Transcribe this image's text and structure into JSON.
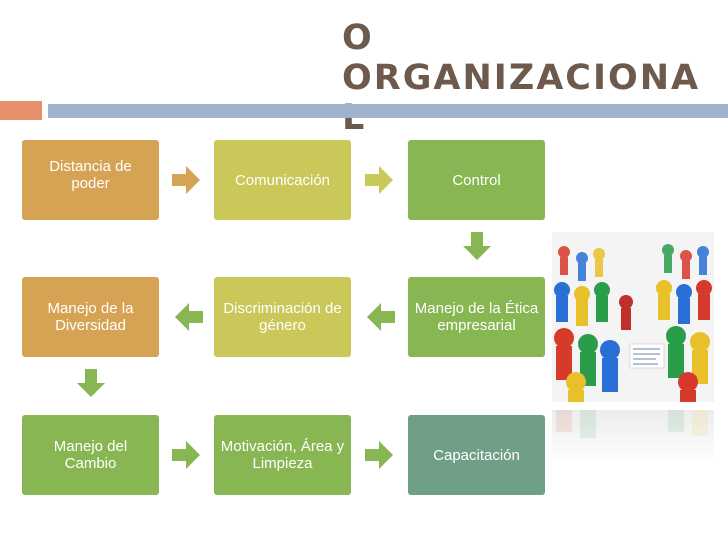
{
  "slide": {
    "title_lines": [
      "O",
      "ORGANIZACIONA",
      "L"
    ]
  },
  "flow": {
    "box1": "Distancia de poder",
    "box2": "Comunicación",
    "box3": "Control",
    "box4": "Manejo de la Ética empresarial",
    "box5": "Discriminación de género",
    "box6": "Manejo de la Diversidad",
    "box7": "Manejo del Cambio",
    "box8": "Motivación, Área y Limpieza",
    "box9": "Capacitación"
  },
  "colors": {
    "title": "#6d5a4c",
    "orange_bar": "#e5906a",
    "blue_bar": "#9fb3cf",
    "box_orange": "#d6a254",
    "box_yellow": "#c9c859",
    "box_green": "#88b652",
    "box_teal": "#6f9f87",
    "arrow": "#ebc99c"
  }
}
